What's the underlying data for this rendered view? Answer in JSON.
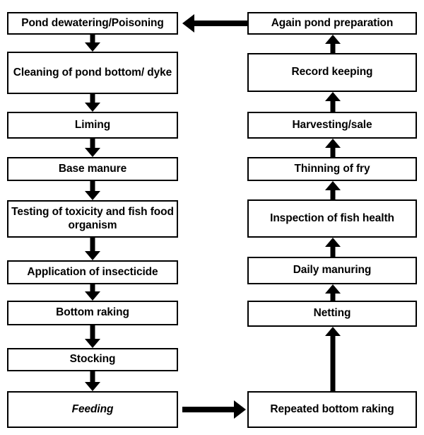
{
  "diagram": {
    "title": "Pond fish culture management cycle flowchart",
    "colors": {
      "line": "#000000",
      "box_fill": "#ffffff",
      "text": "#000000",
      "background": "#ffffff"
    },
    "left_column": {
      "flow_direction": "downward",
      "nodes": [
        {
          "id": "pond-dewatering-poisoning",
          "label": "Pond dewatering/Poisoning",
          "style": "normal"
        },
        {
          "id": "cleaning-of-pond-bottom-dyke",
          "label": "Cleaning of pond bottom/ dyke",
          "style": "normal"
        },
        {
          "id": "liming",
          "label": "Liming",
          "style": "normal"
        },
        {
          "id": "base-manure",
          "label": "Base manure",
          "style": "normal"
        },
        {
          "id": "testing-of-toxicity-and-fish-food-organism",
          "label": "Testing of toxicity and fish food organism",
          "style": "normal"
        },
        {
          "id": "application-of-insecticide",
          "label": "Application of insecticide",
          "style": "normal"
        },
        {
          "id": "bottom-raking",
          "label": "Bottom raking",
          "style": "normal"
        },
        {
          "id": "stocking",
          "label": "Stocking",
          "style": "normal"
        },
        {
          "id": "feeding",
          "label": "Feeding",
          "style": "italic"
        }
      ]
    },
    "right_column": {
      "flow_direction": "upward",
      "nodes": [
        {
          "id": "again-pond-preparation",
          "label": "Again pond preparation",
          "style": "normal"
        },
        {
          "id": "record-keeping",
          "label": "Record keeping",
          "style": "normal"
        },
        {
          "id": "harvesting-sale",
          "label": "Harvesting/sale",
          "style": "normal"
        },
        {
          "id": "thinning-of-fry",
          "label": "Thinning of fry",
          "style": "normal"
        },
        {
          "id": "inspection-of-fish-health",
          "label": "Inspection of fish health",
          "style": "normal"
        },
        {
          "id": "daily-manuring",
          "label": "Daily manuring",
          "style": "normal"
        },
        {
          "id": "netting",
          "label": "Netting",
          "style": "normal"
        },
        {
          "id": "repeated-bottom-raking",
          "label": "Repeated bottom raking",
          "style": "normal"
        }
      ]
    },
    "connectors": {
      "top_return": {
        "direction": "left",
        "from": "again-pond-preparation",
        "to": "pond-dewatering-poisoning"
      },
      "bottom_transfer": {
        "direction": "right",
        "from": "feeding",
        "to": "repeated-bottom-raking"
      }
    }
  }
}
